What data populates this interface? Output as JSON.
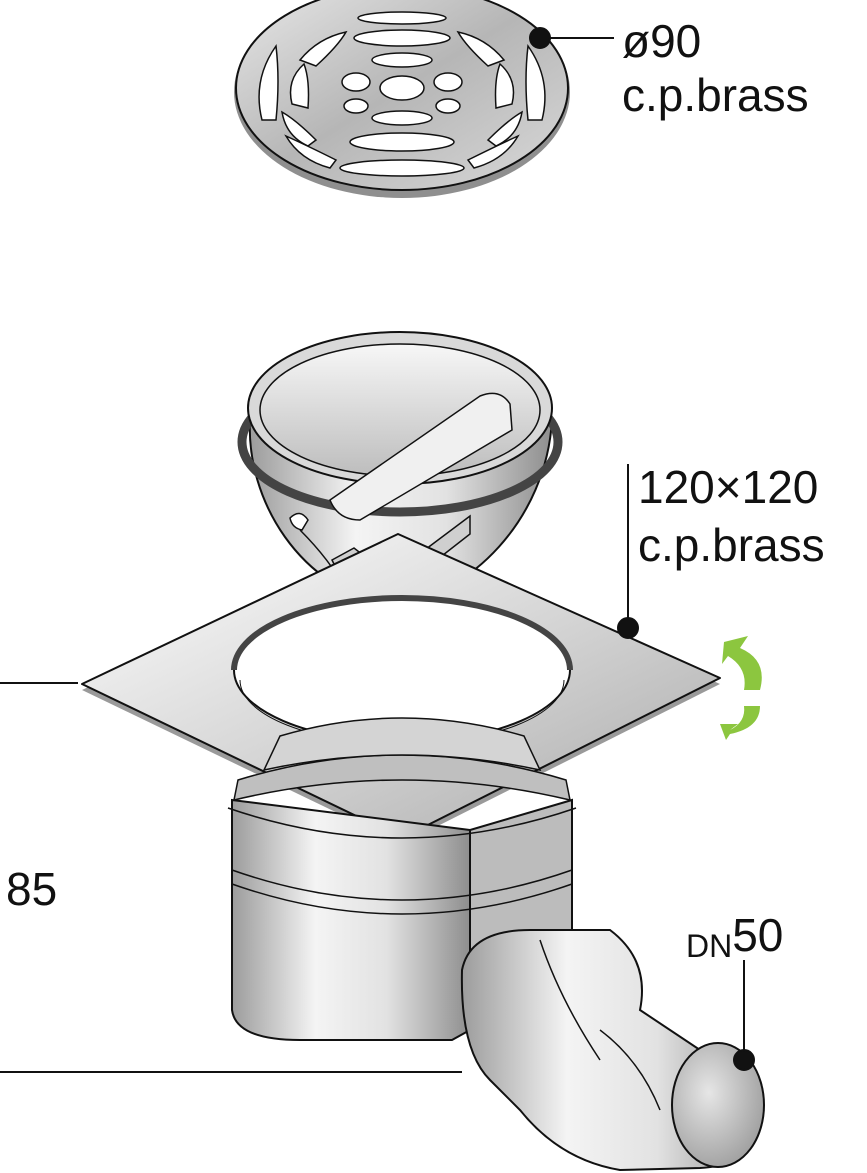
{
  "grate": {
    "label_line1": "ø90",
    "label_line2": "c.p.brass"
  },
  "flange": {
    "label_line1": "120×120",
    "label_line2": "c.p.brass"
  },
  "height": {
    "value": "85"
  },
  "outlet": {
    "prefix": "DN",
    "size": "50"
  },
  "colors": {
    "line": "#111111",
    "rotate_arrow": "#8cc63f",
    "metal_light": "#f2f2f2",
    "metal_mid": "#c8c8c8",
    "metal_dark": "#8a8a8a",
    "gasket": "#555555"
  },
  "icons": {
    "rotate": "rotate-arrows-icon"
  }
}
